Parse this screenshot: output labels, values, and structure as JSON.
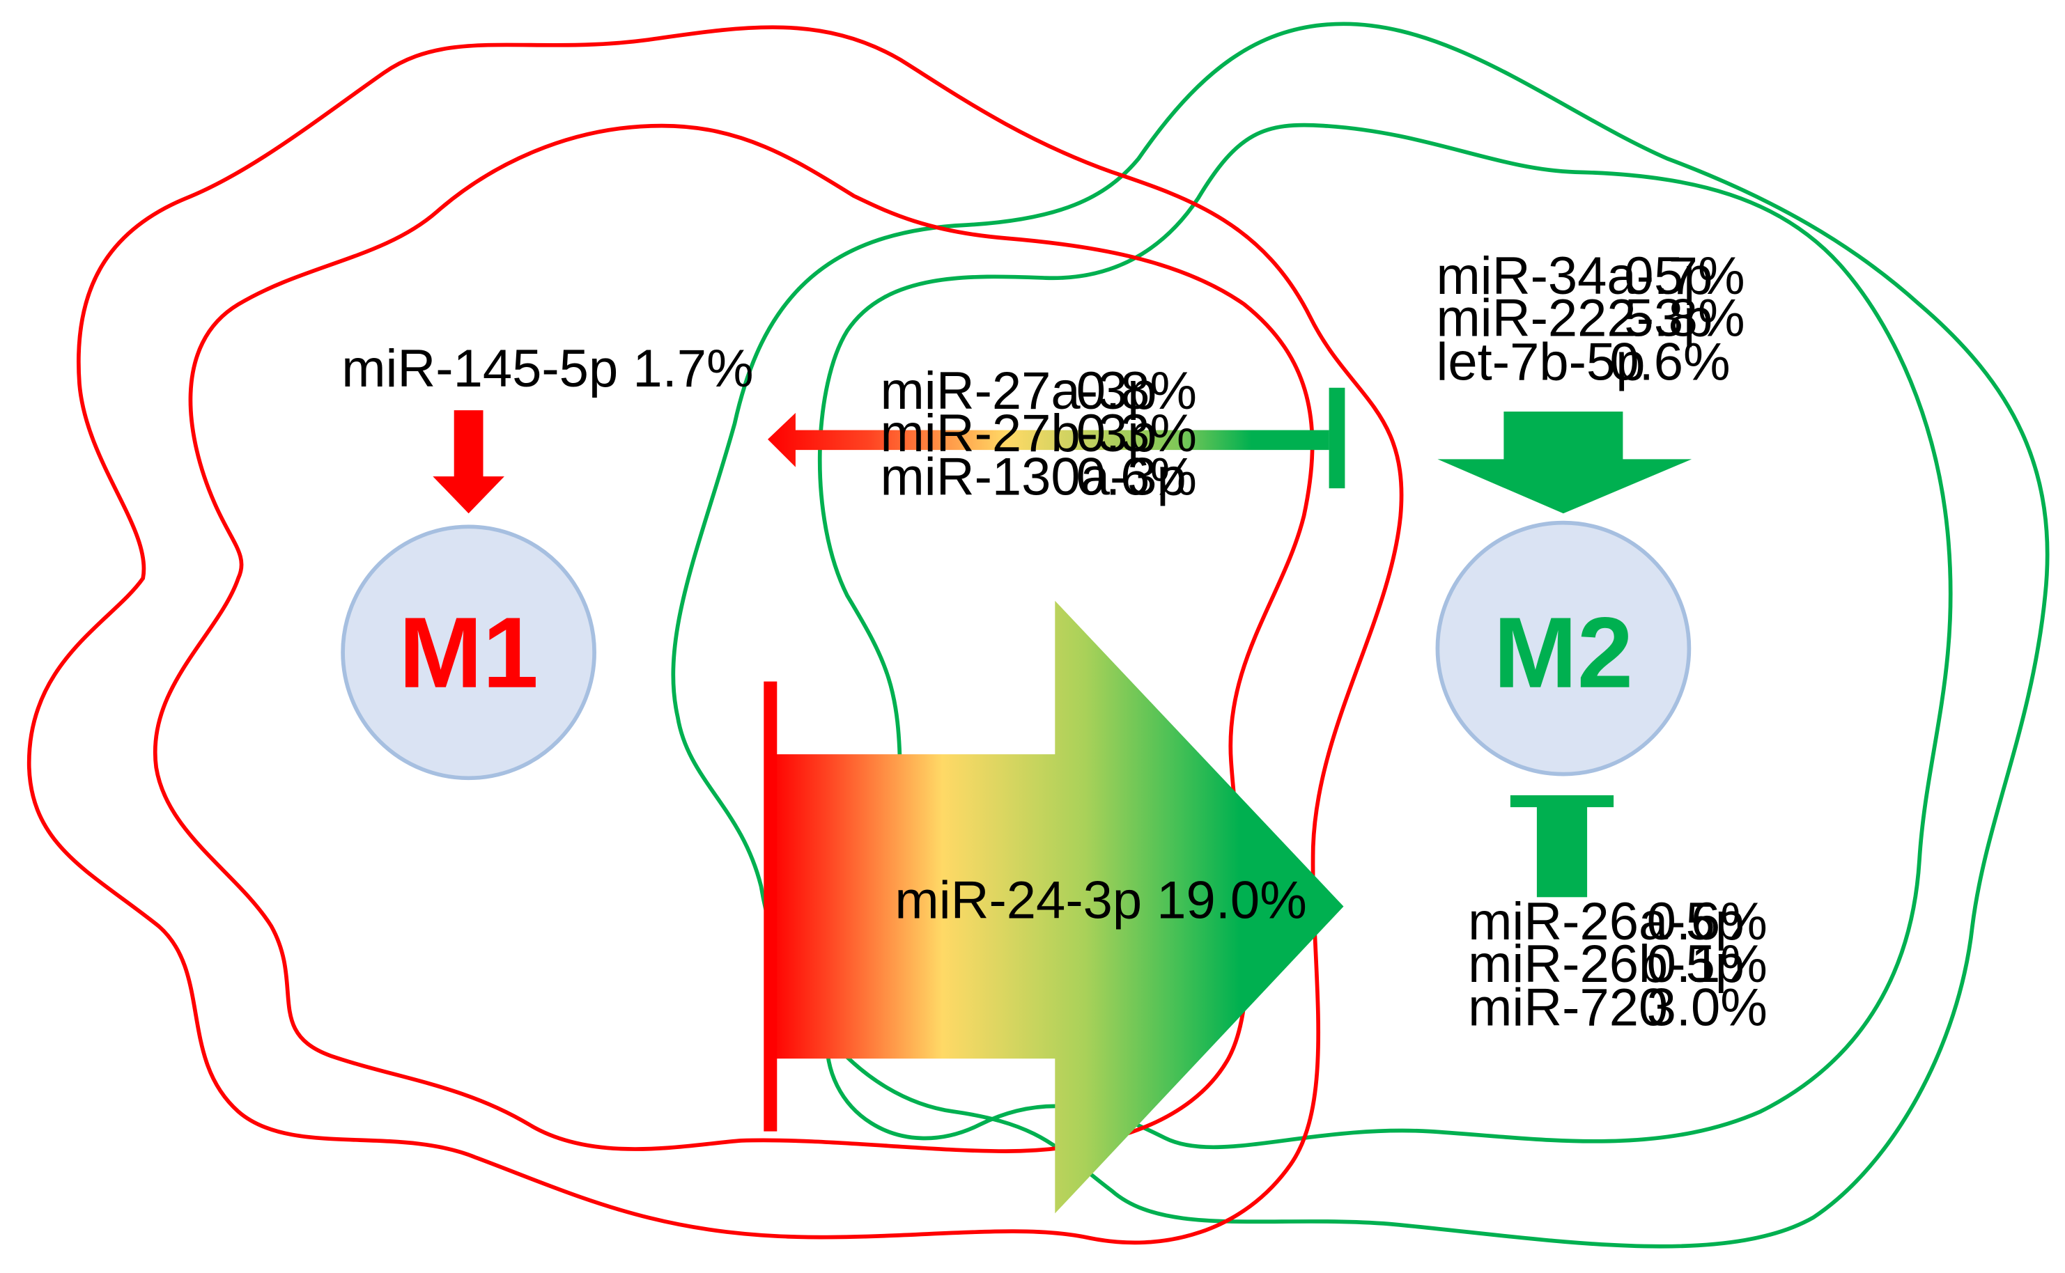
{
  "colors": {
    "m1": "#ff0000",
    "m2": "#00b050",
    "midgradient": "#ffd966",
    "cell_fill": "#dae3f3",
    "cell_stroke": "#a6bfe0"
  },
  "cells": {
    "m1_label": "M1",
    "m2_label": "M2"
  },
  "m1_inputs": {
    "items": [
      {
        "name": "miR-145-5p",
        "value": "1.7%"
      }
    ]
  },
  "m1_from_m2": {
    "items": [
      {
        "name": "miR-27a-3p",
        "value": "0.8%"
      },
      {
        "name": "miR-27b-3p",
        "value": "0.3%"
      },
      {
        "name": "miR-130a-3p",
        "value": "0.6%"
      }
    ]
  },
  "m2_inputs": {
    "items": [
      {
        "name": "miR-34a-5p",
        "value": "0.7%"
      },
      {
        "name": "miR-222-3p",
        "value": "5.8%"
      },
      {
        "name": "let-7b-5p",
        "value": "0.6%"
      }
    ]
  },
  "m2_inhibitors": {
    "items": [
      {
        "name": "miR-26a-5p",
        "value": "0.6%"
      },
      {
        "name": "miR-26b-5p",
        "value": "0.1%"
      },
      {
        "name": "miR-720",
        "value": "3.0%"
      }
    ]
  },
  "m1_to_m2": {
    "items": [
      {
        "name": "miR-24-3p",
        "value": "19.0%"
      }
    ]
  },
  "icons": [
    "activation-arrow",
    "inhibition-bar",
    "cell-outline"
  ]
}
